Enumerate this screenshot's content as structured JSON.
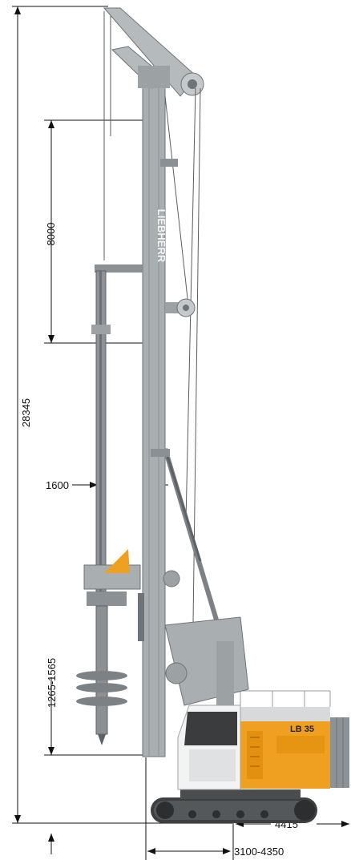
{
  "dimensions": {
    "total_height": "28345",
    "mast_segment": "8000",
    "mast_offset": "1600",
    "bottom_clearance": "1265-1565",
    "tail_radius": "4415",
    "working_radius": "3100-4350"
  },
  "branding": {
    "mast_logo": "LIEBHERR",
    "model_badge": "LB 35"
  },
  "colors": {
    "machine_gray": "#a9aeb1",
    "machine_dark": "#6f7478",
    "accent_orange": "#f0a020",
    "track_dark": "#3d3f41",
    "cab_white": "#f2f3f3"
  }
}
